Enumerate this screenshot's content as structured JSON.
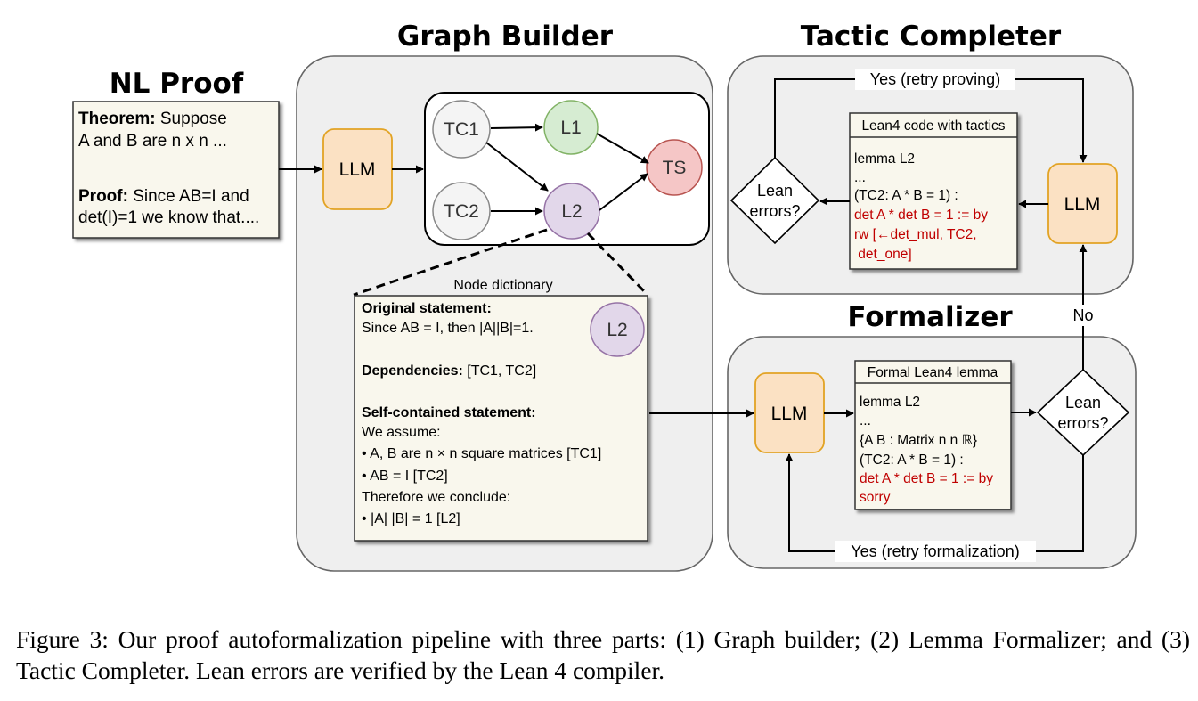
{
  "colors": {
    "panel_fill": "#efefef",
    "card_fill": "#f9f7ed",
    "llm_fill": "#fbe1c3",
    "llm_stroke": "#e2a324",
    "tc_fill": "#f4f4f4",
    "l1_fill": "#d6ecd2",
    "l1_stroke": "#82b366",
    "l2_fill": "#e2d7ea",
    "l2_stroke": "#9673a6",
    "ts_fill": "#f5c6c6",
    "ts_stroke": "#b85450",
    "code_red": "#c00000"
  },
  "nl_proof": {
    "title": "NL Proof",
    "theorem_label": "Theorem:",
    "theorem_text": " Suppose",
    "theorem_line2": "A and B are n x n ...",
    "proof_label": "Proof:",
    "proof_text": " Since AB=I and",
    "proof_line2": "det(I)=1 we know that...."
  },
  "graph_builder": {
    "title": "Graph Builder",
    "llm_label": "LLM",
    "nodes": {
      "tc1": "TC1",
      "tc2": "TC2",
      "l1": "L1",
      "l2": "L2",
      "ts": "TS"
    },
    "dictionary": {
      "title": "Node dictionary",
      "node_badge": "L2",
      "original_label": "Original statement:",
      "original_text": "Since AB = I, then |A||B|=1.",
      "dependencies_label": "Dependencies:",
      "dependencies_text": " [TC1, TC2]",
      "selfcontained_label": "Self-contained statement:",
      "we_assume": "We assume:",
      "assumption_1": "• A, B are n × n square matrices [TC1]",
      "assumption_2": "• AB = I  [TC2]",
      "therefore": "Therefore we conclude:",
      "conclusion": "• |A| |B| = 1 [L2]"
    }
  },
  "tactic_completer": {
    "title": "Tactic Completer",
    "retry_label": "Yes (retry proving)",
    "decision_line1": "Lean",
    "decision_line2": "errors?",
    "llm_label": "LLM",
    "code_title": "Lean4 code with tactics",
    "code_lines": [
      "lemma L2",
      "...",
      "(TC2: A * B = 1) :"
    ],
    "code_red_lines": [
      "det A * det B = 1 := by",
      "rw [←det_mul, TC2,",
      " det_one]"
    ]
  },
  "formalizer": {
    "title": "Formalizer",
    "no_label": "No",
    "llm_label": "LLM",
    "code_title": "Formal Lean4 lemma",
    "code_lines": [
      "lemma L2",
      "...",
      "{A B : Matrix n n ℝ}",
      "(TC2: A * B = 1) :"
    ],
    "code_red_lines": [
      "det A * det B = 1 := by",
      "sorry"
    ],
    "decision_line1": "Lean",
    "decision_line2": "errors?",
    "retry_label": "Yes (retry formalization)"
  },
  "caption": "Figure 3: Our proof autoformalization pipeline with three parts: (1) Graph builder; (2) Lemma Formalizer; and (3) Tactic Completer. Lean errors are verified by the Lean 4 compiler."
}
